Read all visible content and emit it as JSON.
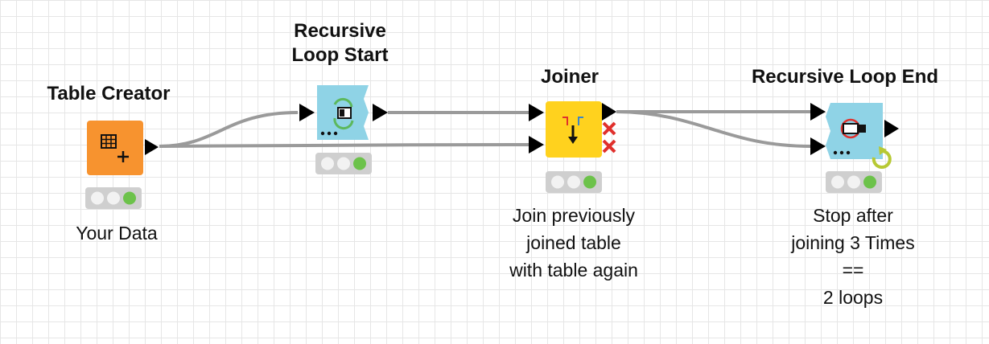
{
  "nodes": {
    "table_creator": {
      "title": "Table Creator",
      "label": "Your Data",
      "color": "#f7932f"
    },
    "loop_start": {
      "title_line1": "Recursive",
      "title_line2": "Loop Start",
      "color": "#8fd3e6"
    },
    "joiner": {
      "title": "Joiner",
      "label_lines": [
        "Join previously",
        "joined table",
        "with table again"
      ],
      "color": "#ffd21e"
    },
    "loop_end": {
      "title": "Recursive Loop End",
      "label_lines": [
        "Stop after",
        "joining 3 Times",
        "==",
        "2 loops"
      ],
      "color": "#8fd3e6"
    }
  },
  "status": {
    "traffic_light_active": "green",
    "green_color": "#6cc24a"
  },
  "icons": {
    "table_creator": "table-plus-icon",
    "loop_start": "loop-start-icon",
    "joiner": "join-arrows-icon",
    "loop_end": "loop-end-icon",
    "loop_badge": "loop-badge-icon"
  }
}
